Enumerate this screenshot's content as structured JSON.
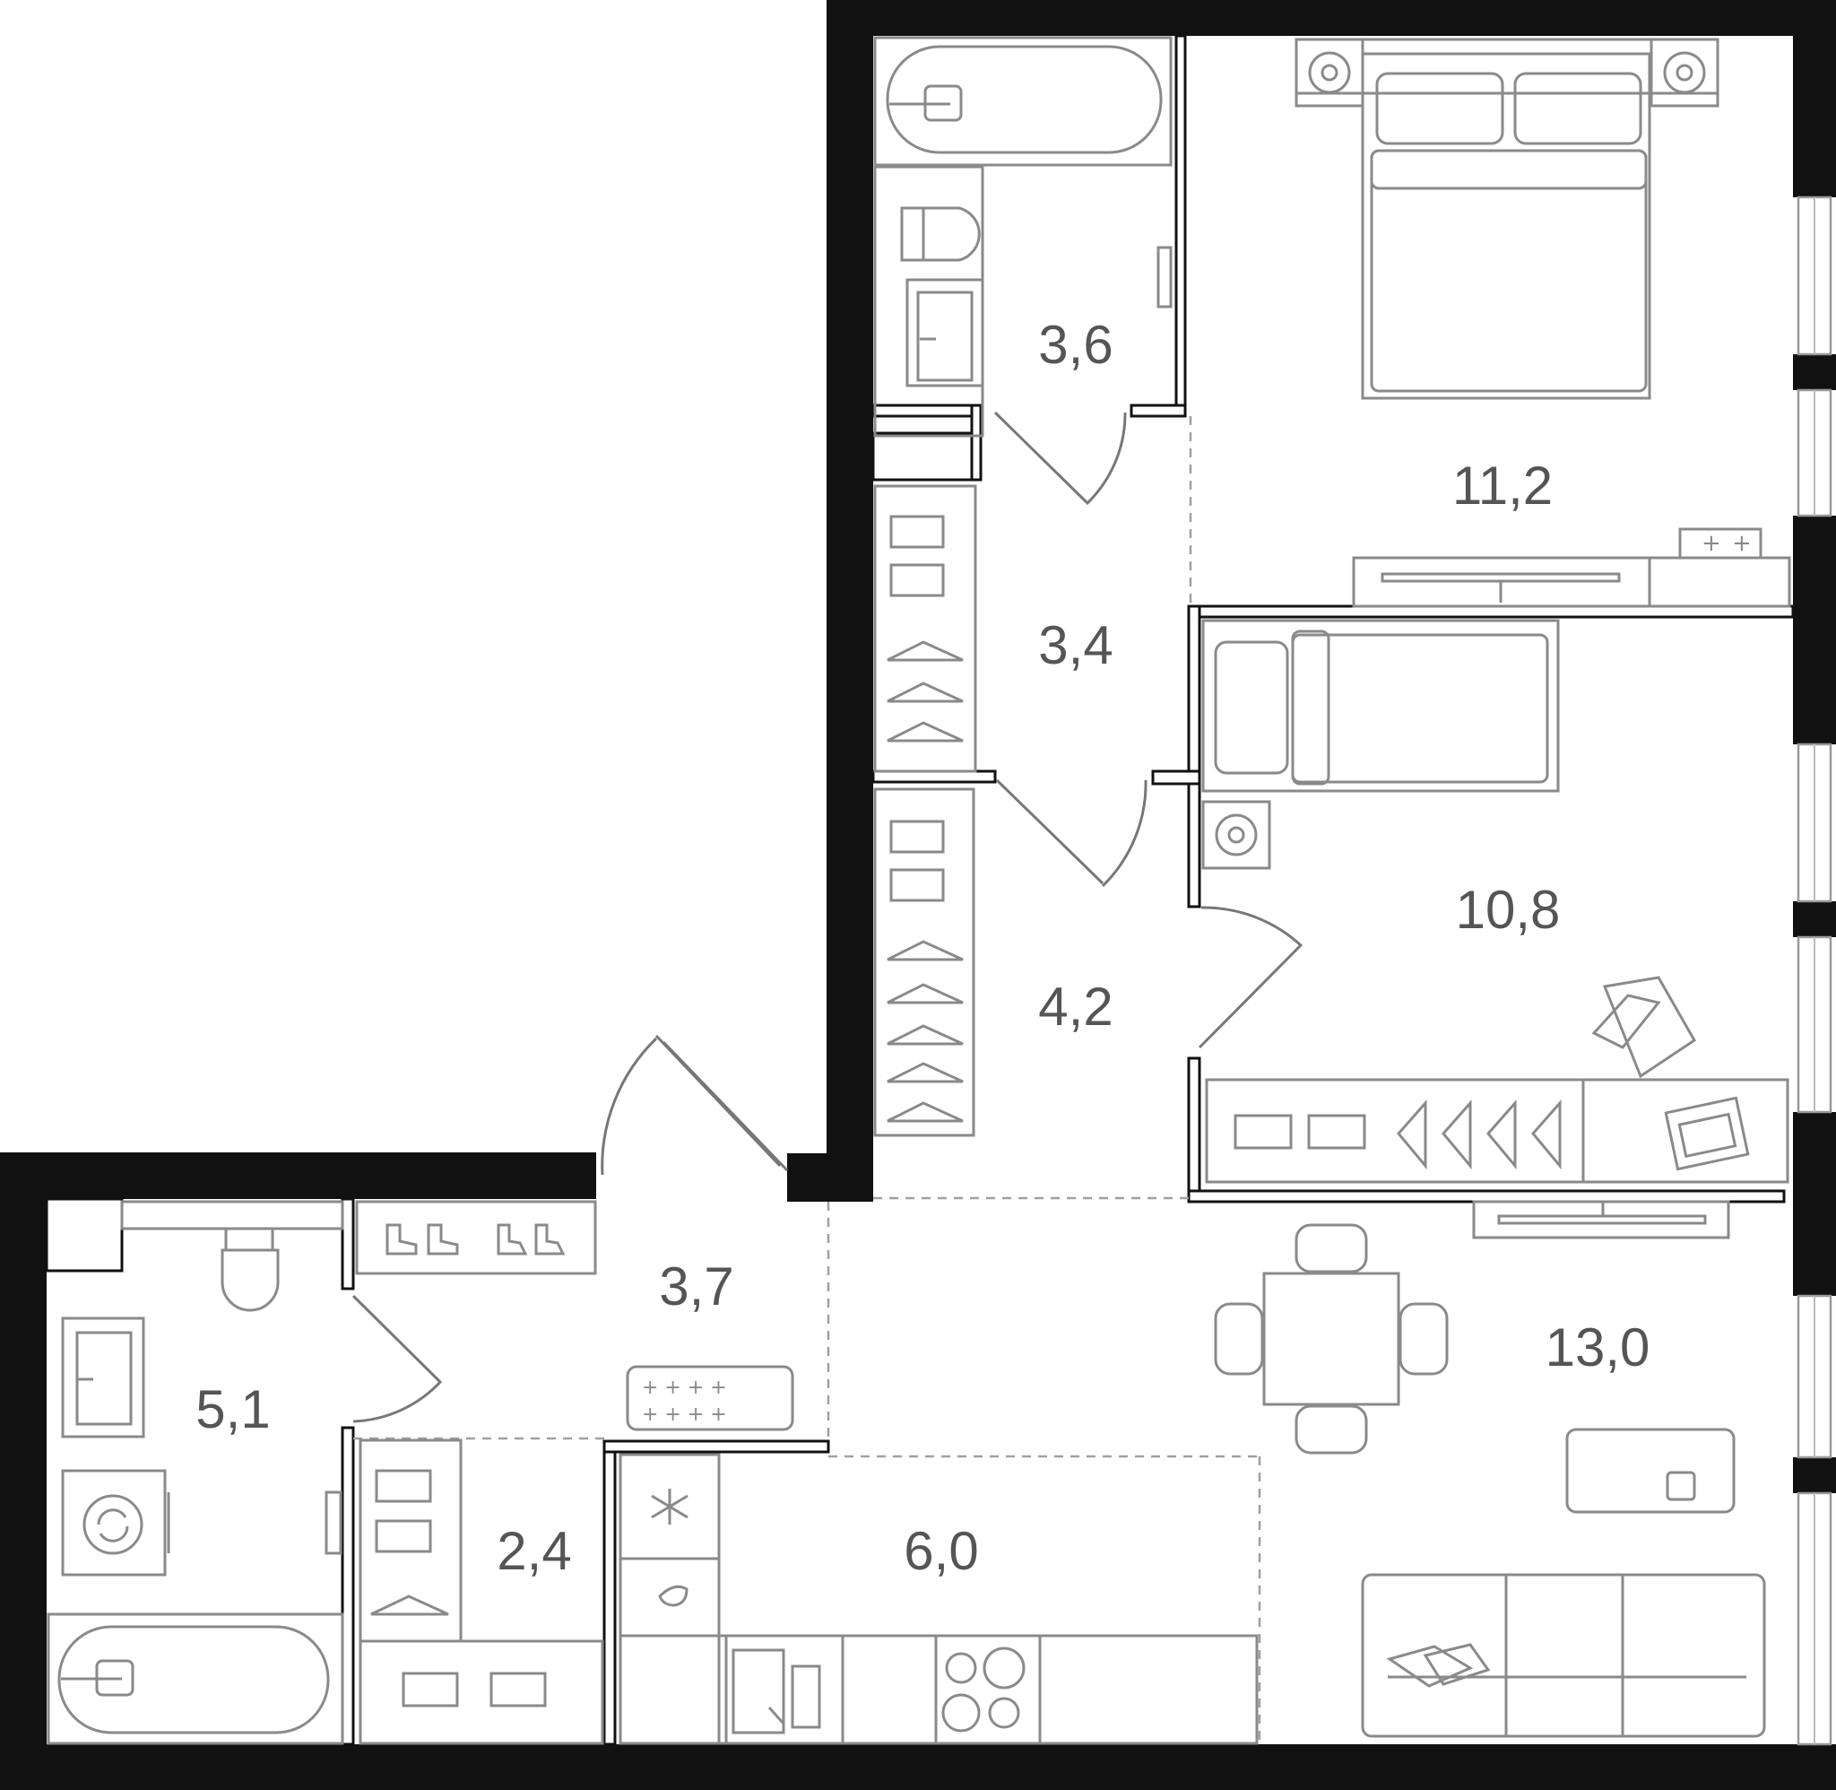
{
  "rooms": [
    {
      "id": "bathroom-top",
      "area": "3,6"
    },
    {
      "id": "bedroom-large",
      "area": "11,2"
    },
    {
      "id": "wardrobe-top",
      "area": "3,4"
    },
    {
      "id": "bedroom-small",
      "area": "10,8"
    },
    {
      "id": "corridor",
      "area": "4,2"
    },
    {
      "id": "hall",
      "area": "3,7"
    },
    {
      "id": "bathroom-left",
      "area": "5,1"
    },
    {
      "id": "storage",
      "area": "2,4"
    },
    {
      "id": "kitchen",
      "area": "6,0"
    },
    {
      "id": "living-room",
      "area": "13,0"
    }
  ],
  "colors": {
    "wall": "#111111",
    "furniture": "#8a8a8a",
    "label": "#555555",
    "background": "#ffffff"
  }
}
